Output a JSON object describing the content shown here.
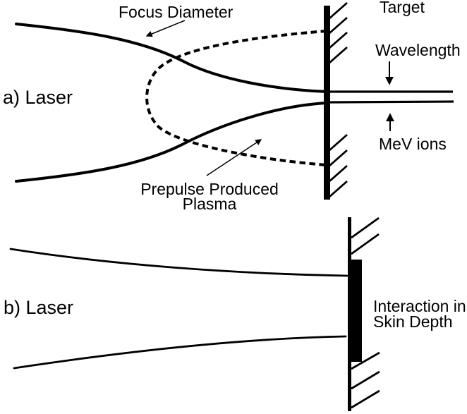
{
  "colors": {
    "ink": "#000000",
    "background": "#ffffff"
  },
  "panel_a": {
    "label": "a) Laser",
    "focus_diameter_label": "Focus Diameter",
    "target_label": "Target",
    "wavelength_label": "Wavelength",
    "mev_ions_label": "MeV ions",
    "prepulse_label_line1": "Prepulse Produced",
    "prepulse_label_line2": "Plasma"
  },
  "panel_b": {
    "label": "b) Laser",
    "interaction_label_line1": "Interaction in",
    "interaction_label_line2": "Skin Depth"
  }
}
